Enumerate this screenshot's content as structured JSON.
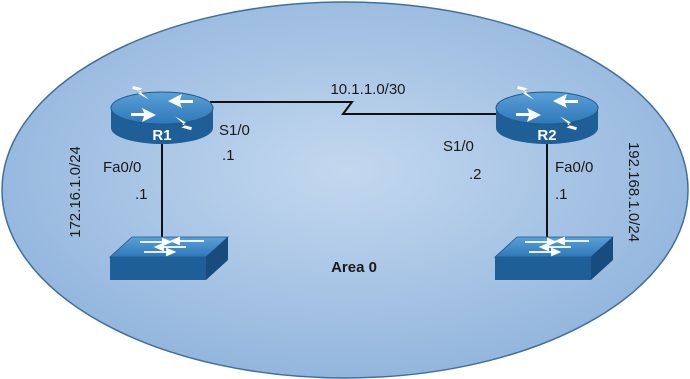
{
  "area": {
    "label": "Area 0",
    "fill_color": "#9fbfe2",
    "edge_color": "#3f6f9f"
  },
  "colors": {
    "device_top": "#3f87c4",
    "device_side": "#1f5f98",
    "link": "#111111"
  },
  "devices": {
    "r1": {
      "name": "R1",
      "icon": "router-icon"
    },
    "r2": {
      "name": "R2",
      "icon": "router-icon"
    },
    "sw1": {
      "icon": "switch-icon"
    },
    "sw2": {
      "icon": "switch-icon"
    }
  },
  "links": {
    "serial": {
      "subnet": "10.1.1.0/30",
      "r1_interface": "S1/0",
      "r1_host": ".1",
      "r2_interface": "S1/0",
      "r2_host": ".2"
    },
    "r1_lan": {
      "subnet": "172.16.1.0/24",
      "interface": "Fa0/0",
      "host": ".1"
    },
    "r2_lan": {
      "subnet": "192.168.1.0/24",
      "interface": "Fa0/0",
      "host": ".1"
    }
  }
}
